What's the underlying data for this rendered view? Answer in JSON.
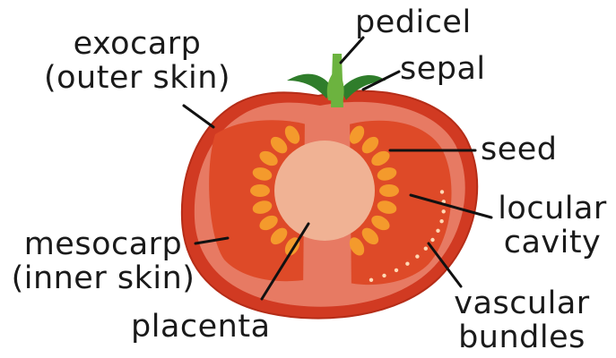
{
  "colors": {
    "skin": "#d13a22",
    "skin_dark": "#b52d18",
    "inner_wall": "#e77a63",
    "locule": "#de4a28",
    "placenta_core": "#f0b294",
    "seed": "#f49a2c",
    "stem_dark": "#2f7d2b",
    "stem_light": "#6cb33f",
    "vascular_dots": "#ffd9b5",
    "leader_line": "#111111"
  },
  "labels": {
    "pedicel": "pedicel",
    "sepal": "sepal",
    "exocarp_1": "exocarp",
    "exocarp_2": "(outer skin)",
    "seed": "seed",
    "locular_1": "locular",
    "locular_2": "cavity",
    "mesocarp_1": "mesocarp",
    "mesocarp_2": "(inner skin)",
    "vascular_1": "vascular",
    "vascular_2": "bundles",
    "placenta": "placenta"
  }
}
